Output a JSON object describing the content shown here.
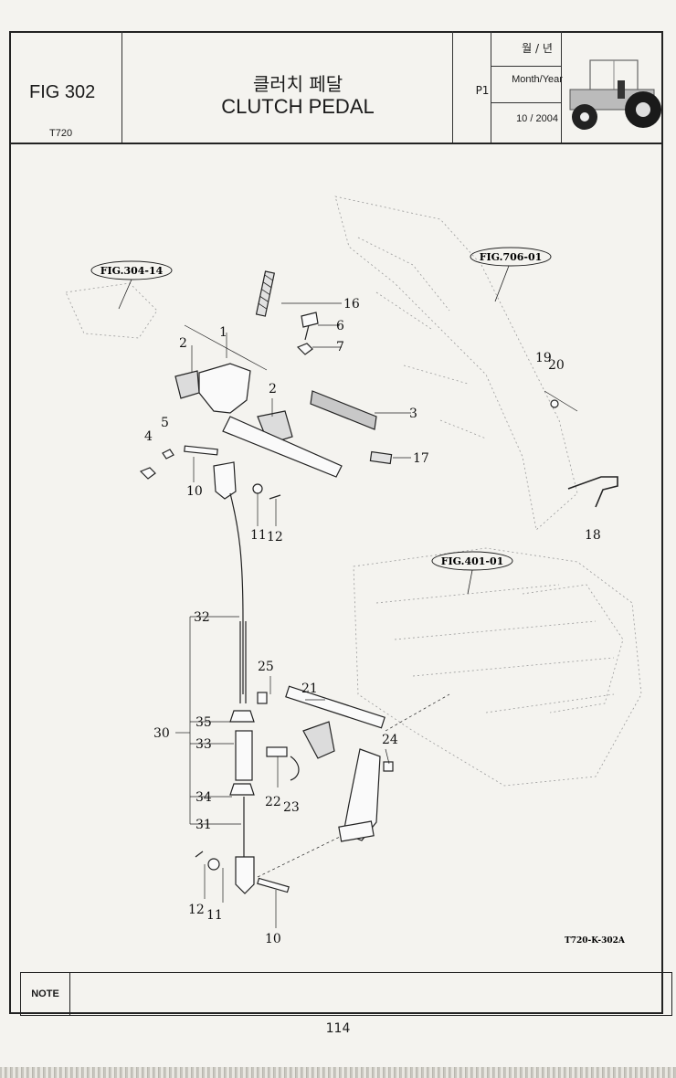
{
  "header": {
    "fig_id": "FIG 302",
    "model": "T720",
    "title_ko": "클러치 페달",
    "title_en": "CLUTCH PEDAL",
    "page_ref": "P1",
    "month_year_ko": "월 / 년",
    "month_year_en": "Month/Year",
    "date": "10 / 2004",
    "tractor_icon": "tractor-icon"
  },
  "diagram": {
    "refs": [
      "FIG.304-14",
      "FIG.706-01",
      "FIG.401-01"
    ],
    "callouts": [
      "16",
      "6",
      "7",
      "1",
      "2",
      "2",
      "3",
      "5",
      "4",
      "17",
      "10",
      "11",
      "12",
      "19",
      "20",
      "18",
      "32",
      "30",
      "35",
      "33",
      "34",
      "31",
      "25",
      "21",
      "24",
      "22",
      "23",
      "12",
      "11",
      "10"
    ],
    "drawing_code": "T720-K-302A"
  },
  "note": {
    "label": "NOTE"
  },
  "page_number": "114"
}
